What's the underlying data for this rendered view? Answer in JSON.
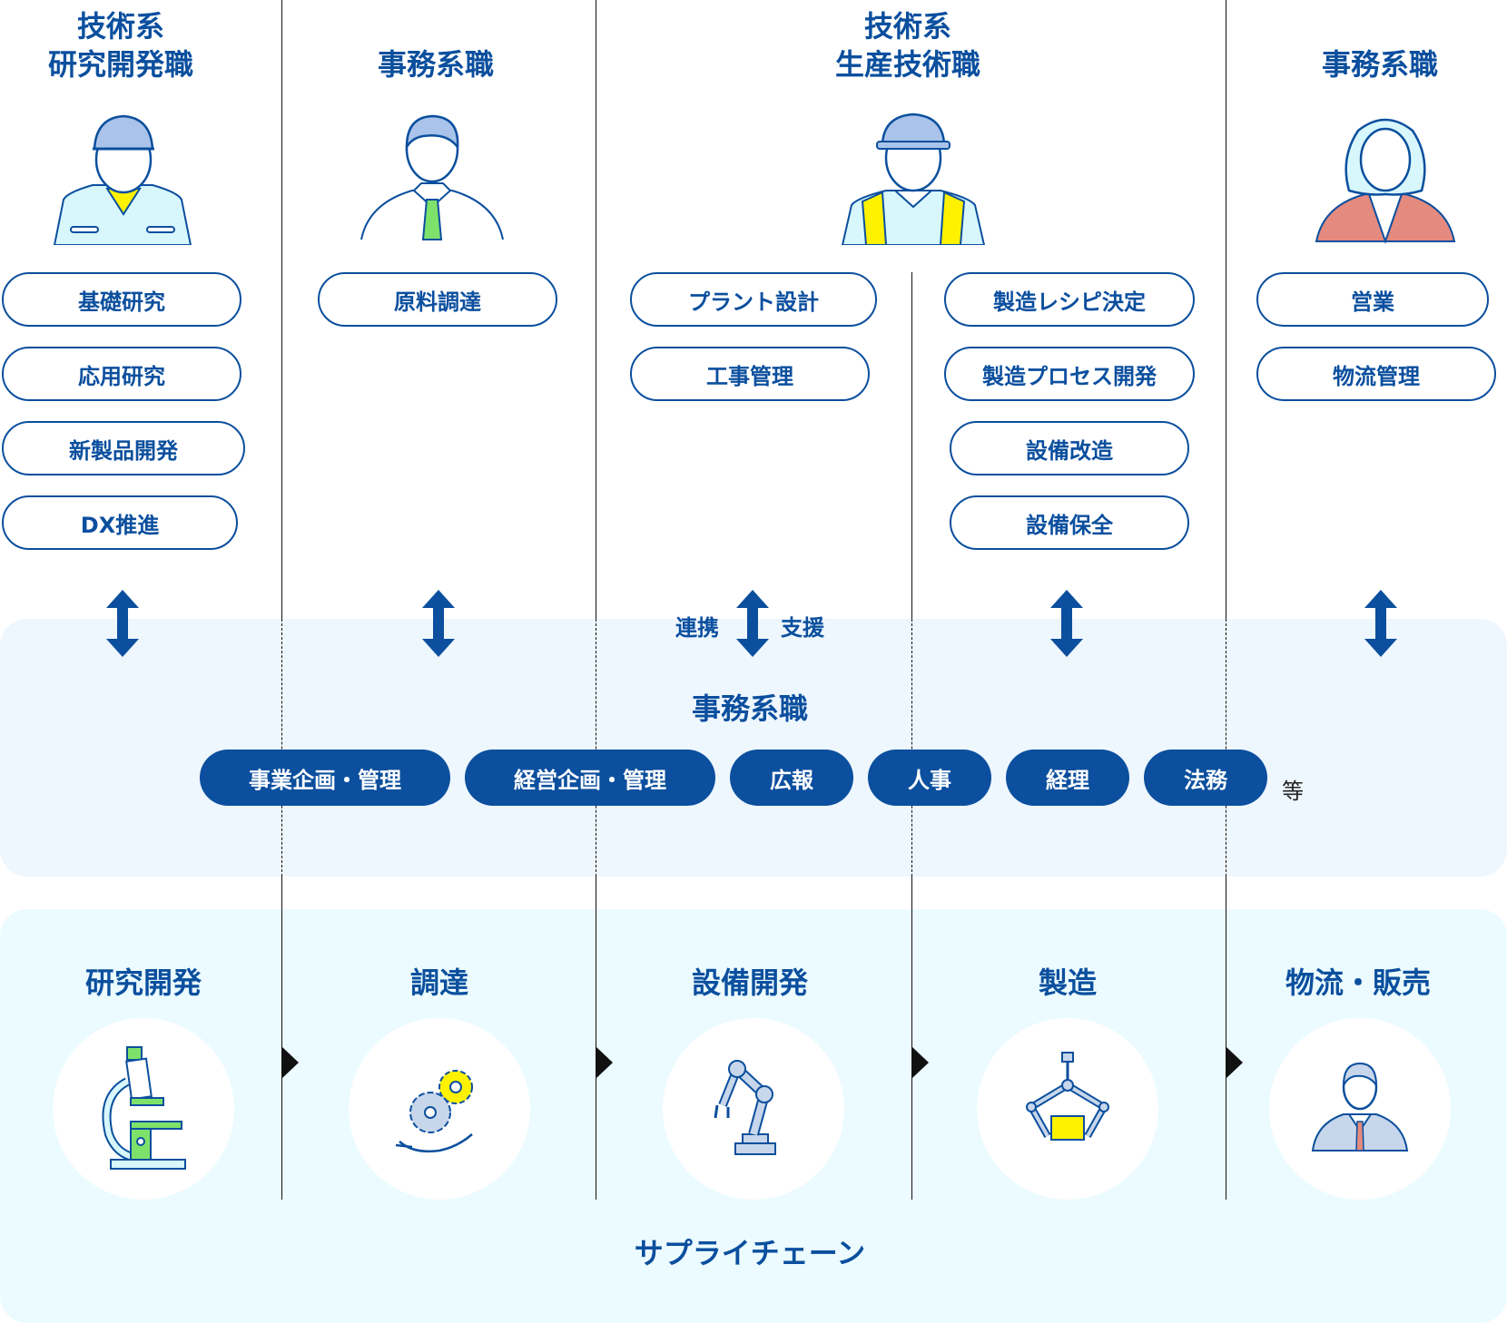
{
  "columns": [
    {
      "title_line1": "技術系",
      "title_line2": "研究開発職",
      "person": "researcher-icon",
      "items": [
        "基礎研究",
        "応用研究",
        "新製品開発",
        "DX推進"
      ]
    },
    {
      "title_line1": "",
      "title_line2": "事務系職",
      "person": "office-man-icon",
      "items": [
        "原料調達"
      ]
    },
    {
      "title_line1": "技術系",
      "title_line2": "生産技術職",
      "person": "engineer-icon",
      "items_left": [
        "プラント設計",
        "工事管理"
      ],
      "items_right": [
        "製造レシピ決定",
        "製造プロセス開発",
        "設備改造",
        "設備保全"
      ]
    },
    {
      "title_line1": "",
      "title_line2": "事務系職",
      "person": "office-woman-icon",
      "items": [
        "営業",
        "物流管理"
      ]
    }
  ],
  "link": {
    "left": "連携",
    "right": "支援"
  },
  "office": {
    "title": "事務系職",
    "functions": [
      "事業企画・管理",
      "経営企画・管理",
      "広報",
      "人事",
      "経理",
      "法務"
    ],
    "etc": "等"
  },
  "supply_chain": {
    "title": "サプライチェーン",
    "stages": [
      {
        "label": "研究開発",
        "icon": "microscope-icon"
      },
      {
        "label": "調達",
        "icon": "gears-hand-icon"
      },
      {
        "label": "設備開発",
        "icon": "robot-arm-icon"
      },
      {
        "label": "製造",
        "icon": "crane-claw-icon"
      },
      {
        "label": "物流・販売",
        "icon": "salesman-icon"
      }
    ]
  },
  "colors": {
    "primary": "#0b4f9e",
    "office_bg": "#eef6fe",
    "chain_bg": "#ebfbff",
    "accent_yellow": "#fff200",
    "accent_green": "#7ee26a",
    "accent_pink": "#e58a7e"
  }
}
